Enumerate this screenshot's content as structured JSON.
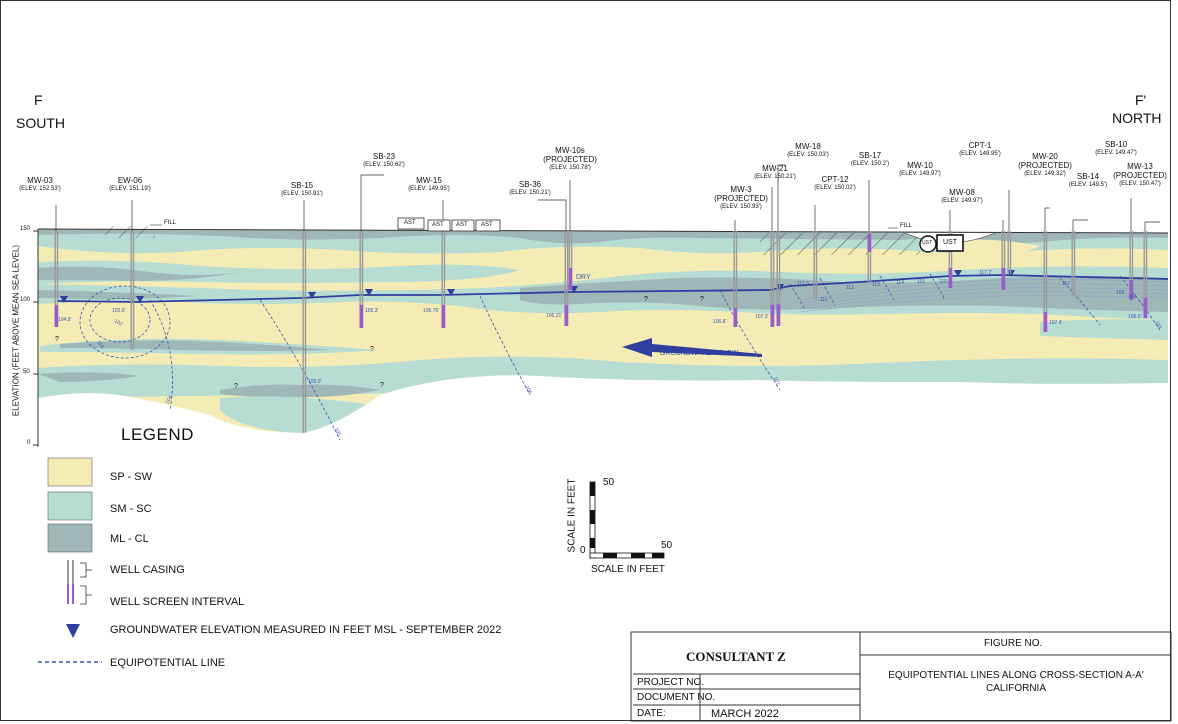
{
  "section": {
    "left_letter": "F",
    "left_direction": "SOUTH",
    "right_letter": "F'",
    "right_direction": "NORTH",
    "y_axis_label": "ELEVATION (FEET ABOVE MEAN SEA LEVEL)",
    "y_ticks": [
      "150",
      "100",
      "50",
      "0"
    ],
    "fill_labels": [
      "FILL",
      "FILL"
    ],
    "ast_labels": [
      "AST",
      "AST",
      "AST",
      "AST"
    ],
    "ust_labels": [
      "UST",
      "UST"
    ],
    "dry_label": "DRY",
    "flow_label": "GROUNDWATER FLOW",
    "unknown_mark": "?"
  },
  "wells": [
    {
      "id": "mw03",
      "name": "MW-03",
      "elev": "(ELEV. 152.53')",
      "gw": "104.8'"
    },
    {
      "id": "ew06",
      "name": "EW-06",
      "elev": "(ELEV. 151.19')",
      "gw": "102.0'"
    },
    {
      "id": "sb15",
      "name": "SB-15",
      "elev": "(ELEV. 150.91')",
      "gw": "105.0'"
    },
    {
      "id": "sb23",
      "name": "SB-23",
      "elev": "(ELEV. 150.62')",
      "gw": "105.3'"
    },
    {
      "id": "mw15",
      "name": "MW-15",
      "elev": "(ELEV. 149.95')",
      "gw": "105.76'"
    },
    {
      "id": "sb36",
      "name": "SB-36",
      "elev": "(ELEV. 150.21')",
      "gw": "106.21'"
    },
    {
      "id": "mw10s",
      "name": "MW-10s",
      "sub": "(PROJECTED)",
      "elev": "(ELEV. 150.78')"
    },
    {
      "id": "mw3",
      "name": "MW-3",
      "sub": "(PROJECTED)",
      "elev": "(ELEV. 150.93')",
      "gw": "106.8'"
    },
    {
      "id": "mw21",
      "name": "MW-21",
      "elev": "(ELEV. 150.21')",
      "gw": "107.3'"
    },
    {
      "id": "mw18",
      "name": "MW-18",
      "elev": "(ELEV. 150.03')",
      "gw": "111.3"
    },
    {
      "id": "cpt12",
      "name": "CPT-12",
      "elev": "(ELEV. 150.02')"
    },
    {
      "id": "sb17",
      "name": "SB-17",
      "elev": "(ELEV. 150.2')"
    },
    {
      "id": "mw10",
      "name": "MW-10",
      "elev": "(ELEV. 149.97')"
    },
    {
      "id": "mw08",
      "name": "MW-08",
      "elev": "(ELEV. 149.97')",
      "gw": "117.7'"
    },
    {
      "id": "cpt1",
      "name": "CPT-1",
      "elev": "(ELEV. 149.95')",
      "gw": "117.7'"
    },
    {
      "id": "mw20",
      "name": "MW-20",
      "sub": "(PROJECTED)",
      "elev": "(ELEV. 149.32')",
      "gw": "107.6'"
    },
    {
      "id": "sb14",
      "name": "SB-14",
      "elev": "(ELEV. 149.5')"
    },
    {
      "id": "sb10",
      "name": "SB-10",
      "elev": "(ELEV. 149.47')",
      "gw": "106.0'"
    },
    {
      "id": "mw13",
      "name": "MW-13",
      "sub": "(PROJECTED)",
      "elev": "(ELEV. 150.47')"
    }
  ],
  "equipotential_labels": [
    "102",
    "103",
    "104",
    "105",
    "106",
    "107",
    "108",
    "109",
    "110",
    "111",
    "112",
    "113",
    "114",
    "115",
    "116",
    "117"
  ],
  "legend": {
    "title": "LEGEND",
    "items": [
      {
        "label": "SP - SW",
        "color": "#f5ecb5"
      },
      {
        "label": "SM - SC",
        "color": "#b7dcd2"
      },
      {
        "label": "ML - CL",
        "color": "#9fb7b7"
      }
    ],
    "well_casing": "WELL CASING",
    "well_screen": "WELL SCREEN INTERVAL",
    "groundwater": "GROUNDWATER ELEVATION MEASURED IN FEET MSL - SEPTEMBER 2022",
    "equipotential": "EQUIPOTENTIAL LINE"
  },
  "scale": {
    "vertical_label": "SCALE IN FEET",
    "horizontal_label": "SCALE IN FEET",
    "zero": "0",
    "v_max": "50",
    "h_max": "50"
  },
  "title_block": {
    "company": "CONSULTANT Z",
    "project_no": "PROJECT NO.",
    "document_no": "DOCUMENT NO.",
    "date_label": "DATE:",
    "date_value": "MARCH 2022",
    "figure_no": "FIGURE NO.",
    "title_line1": "EQUIPOTENTIAL LINES ALONG CROSS-SECTION A-A'",
    "title_line2": "CALIFORNIA"
  },
  "colors": {
    "sand": "#f5ecb5",
    "silty_sand": "#b7dcd2",
    "silt_clay": "#9fb7b7",
    "water_table": "#2f3fa0",
    "screen": "#9a5cc9",
    "casing": "#9a9a9a"
  }
}
